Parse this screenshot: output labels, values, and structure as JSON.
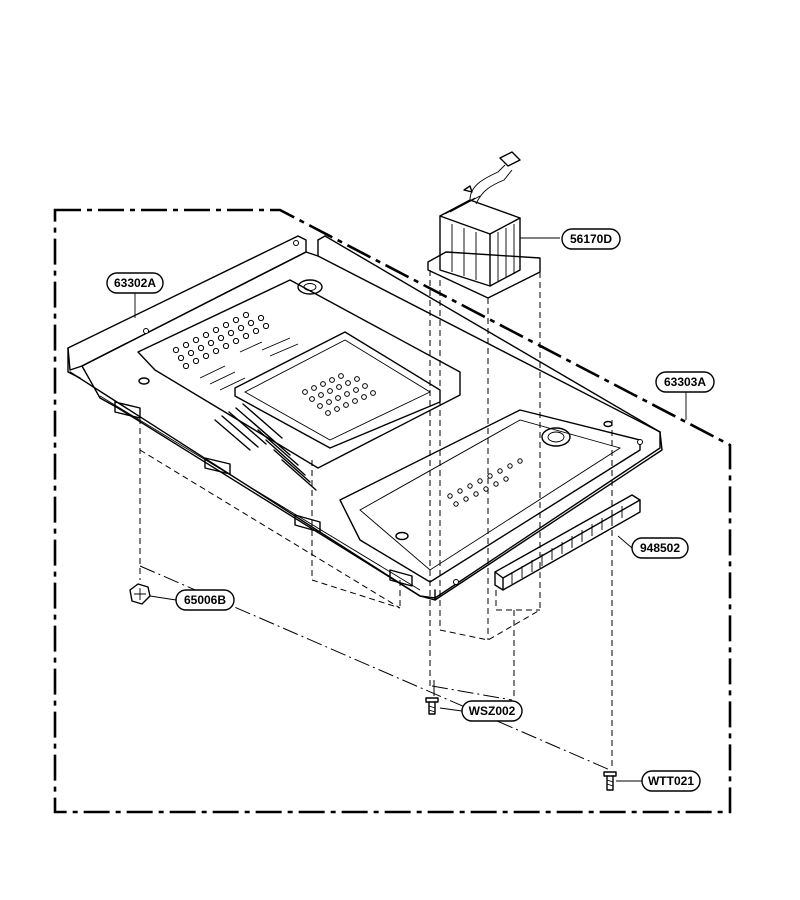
{
  "labels": {
    "p63302a": "63302A",
    "p63303a": "63303A",
    "p56170d": "56170D",
    "p948502": "948502",
    "p65006b": "65006B",
    "pwsz002": "WSZ002",
    "pwtt021": "WTT021"
  }
}
